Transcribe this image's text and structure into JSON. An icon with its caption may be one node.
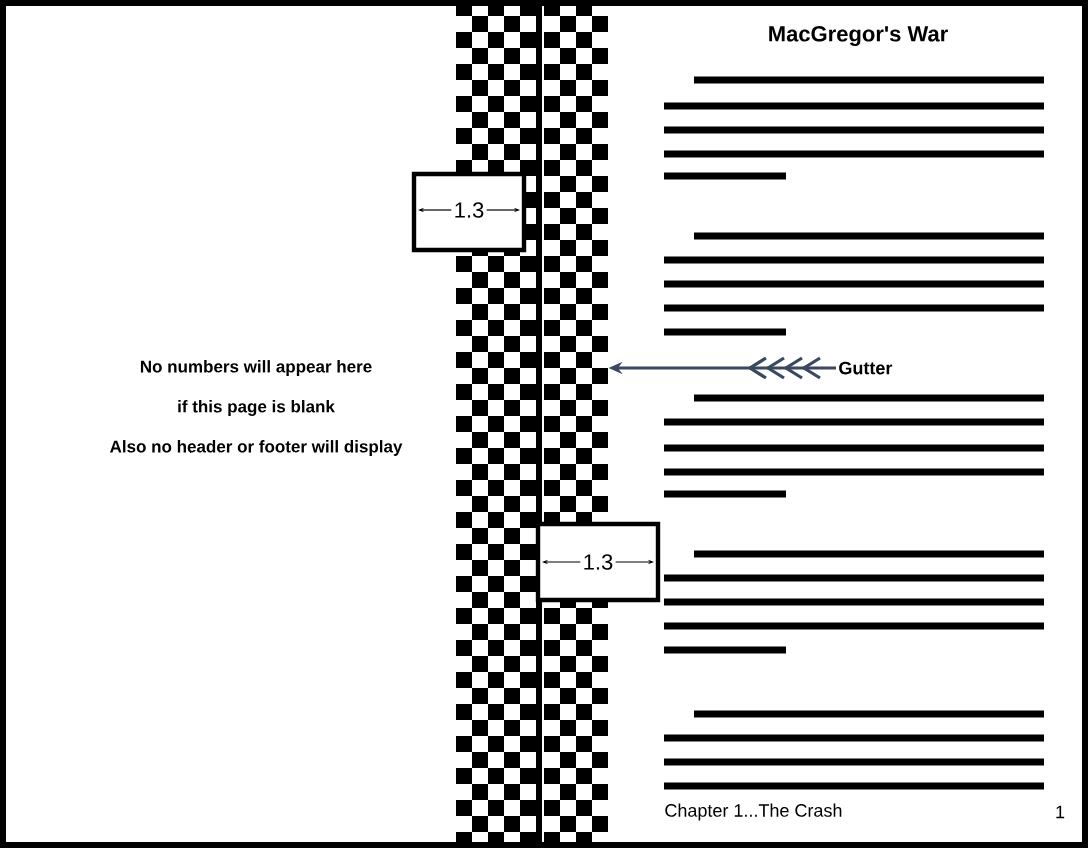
{
  "diagram": {
    "nodes": [
      {
        "text": [
          "Gutter"
        ]
      },
      {
        "text": [],
        "shape": "bar"
      }
    ],
    "edges": [
      {
        "from": 0,
        "to": 1,
        "arrow": "to"
      }
    ],
    "labels": [
      "MacGregor's War",
      "1.3",
      "No numbers will appear here",
      "if this page is blank",
      "Also no header or footer will display",
      "1.3",
      "Chapter 1...The Crash",
      "1"
    ]
  }
}
